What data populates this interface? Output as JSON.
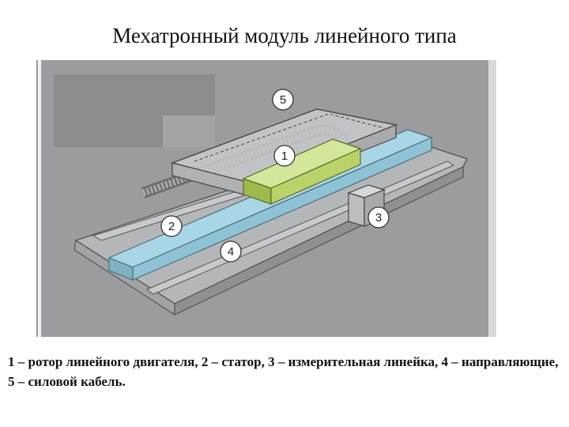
{
  "title": "Мехатронный модуль линейного типа",
  "caption": "1 – ротор линейного двигателя, 2 – статор, 3 – измерительная линейка, 4 – направляющие, 5 – силовой кабель.",
  "labels": {
    "rotor": "1",
    "stator": "2",
    "scale": "3",
    "guides": "4",
    "cable": "5"
  },
  "colors": {
    "background": "#9a9c9f",
    "rotor": "#b9d36a",
    "stator": "#a9d6e6",
    "base": "#b5b6b8"
  }
}
